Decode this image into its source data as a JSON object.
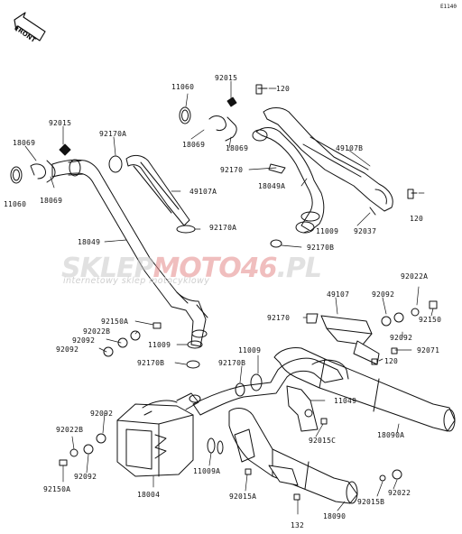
{
  "diagram": {
    "code": "E1140",
    "front_label": "FRONT",
    "watermark": {
      "part1": "SKLEP",
      "part2": "MOTO",
      "part3": "46",
      "part4": ".PL",
      "subtitle": "internetowy sklep motocyklowy"
    },
    "parts": [
      {
        "id": "p92015a",
        "text": "92015"
      },
      {
        "id": "p120a",
        "text": "120"
      },
      {
        "id": "p11060a",
        "text": "11060"
      },
      {
        "id": "p92015b",
        "text": "92015"
      },
      {
        "id": "p18069a",
        "text": "18069"
      },
      {
        "id": "p18069b",
        "text": "18069"
      },
      {
        "id": "p92170a",
        "text": "92170A"
      },
      {
        "id": "p49107b",
        "text": "49107B"
      },
      {
        "id": "p18069c",
        "text": "18069"
      },
      {
        "id": "p92170b",
        "text": "92170"
      },
      {
        "id": "p11060b",
        "text": "11060"
      },
      {
        "id": "p18069d",
        "text": "18069"
      },
      {
        "id": "p49107a",
        "text": "49107A"
      },
      {
        "id": "p18049a",
        "text": "18049A"
      },
      {
        "id": "p120b",
        "text": "120"
      },
      {
        "id": "p92037",
        "text": "92037"
      },
      {
        "id": "p11009a",
        "text": "11009"
      },
      {
        "id": "p92170c",
        "text": "92170A"
      },
      {
        "id": "p18049",
        "text": "18049"
      },
      {
        "id": "p92170d",
        "text": "92170B"
      },
      {
        "id": "p92022a",
        "text": "92022A"
      },
      {
        "id": "p49107",
        "text": "49107"
      },
      {
        "id": "p92092a",
        "text": "92092"
      },
      {
        "id": "p92150",
        "text": "92150"
      },
      {
        "id": "p92170e",
        "text": "92170"
      },
      {
        "id": "p92150a",
        "text": "92150A"
      },
      {
        "id": "p92022b",
        "text": "92022B"
      },
      {
        "id": "p92092b",
        "text": "92092"
      },
      {
        "id": "p92092c",
        "text": "92092"
      },
      {
        "id": "p11009b",
        "text": "11009"
      },
      {
        "id": "p92071",
        "text": "92071"
      },
      {
        "id": "p92092d",
        "text": "92092"
      },
      {
        "id": "p11009c",
        "text": "11009"
      },
      {
        "id": "p120c",
        "text": "120"
      },
      {
        "id": "p92170f",
        "text": "92170B"
      },
      {
        "id": "p92170g",
        "text": "92170B"
      },
      {
        "id": "p11049",
        "text": "11049"
      },
      {
        "id": "p92092e",
        "text": "92092"
      },
      {
        "id": "p18090a",
        "text": "18090A"
      },
      {
        "id": "p92015c",
        "text": "92015C"
      },
      {
        "id": "p92022b2",
        "text": "92022B"
      },
      {
        "id": "p92092f",
        "text": "92092"
      },
      {
        "id": "p11009a2",
        "text": "11009A"
      },
      {
        "id": "p92150a2",
        "text": "92150A"
      },
      {
        "id": "p18004",
        "text": "18004"
      },
      {
        "id": "p92015a2",
        "text": "92015A"
      },
      {
        "id": "p92015b2",
        "text": "92015B"
      },
      {
        "id": "p92022",
        "text": "92022"
      },
      {
        "id": "p18090",
        "text": "18090"
      },
      {
        "id": "p132",
        "text": "132"
      }
    ]
  }
}
